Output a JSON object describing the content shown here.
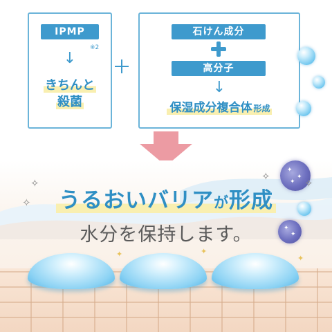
{
  "left_box": {
    "pill": "IPMP",
    "note": "※2",
    "arrow": "↓",
    "result_line1": "きちんと",
    "result_line2": "殺菌"
  },
  "right_box": {
    "pill_top": "石けん成分",
    "pill_bottom": "高分子",
    "arrow": "↓",
    "result_main": "保湿成分複合体",
    "result_small": "形成"
  },
  "headline": {
    "main": "うるおいバリア",
    "particle": "が",
    "end": "形成"
  },
  "subline": "水分を保持します。",
  "colors": {
    "accent": "#3e9acd",
    "accent_text": "#2f8fc4",
    "highlight": "#f9efb0",
    "arrow_pink": "#ec9ba3",
    "germ": "#6d6fbf"
  },
  "icons": [
    "plus-icon",
    "down-arrow-icon",
    "bubble-icon",
    "germ-icon",
    "sparkle-icon"
  ]
}
